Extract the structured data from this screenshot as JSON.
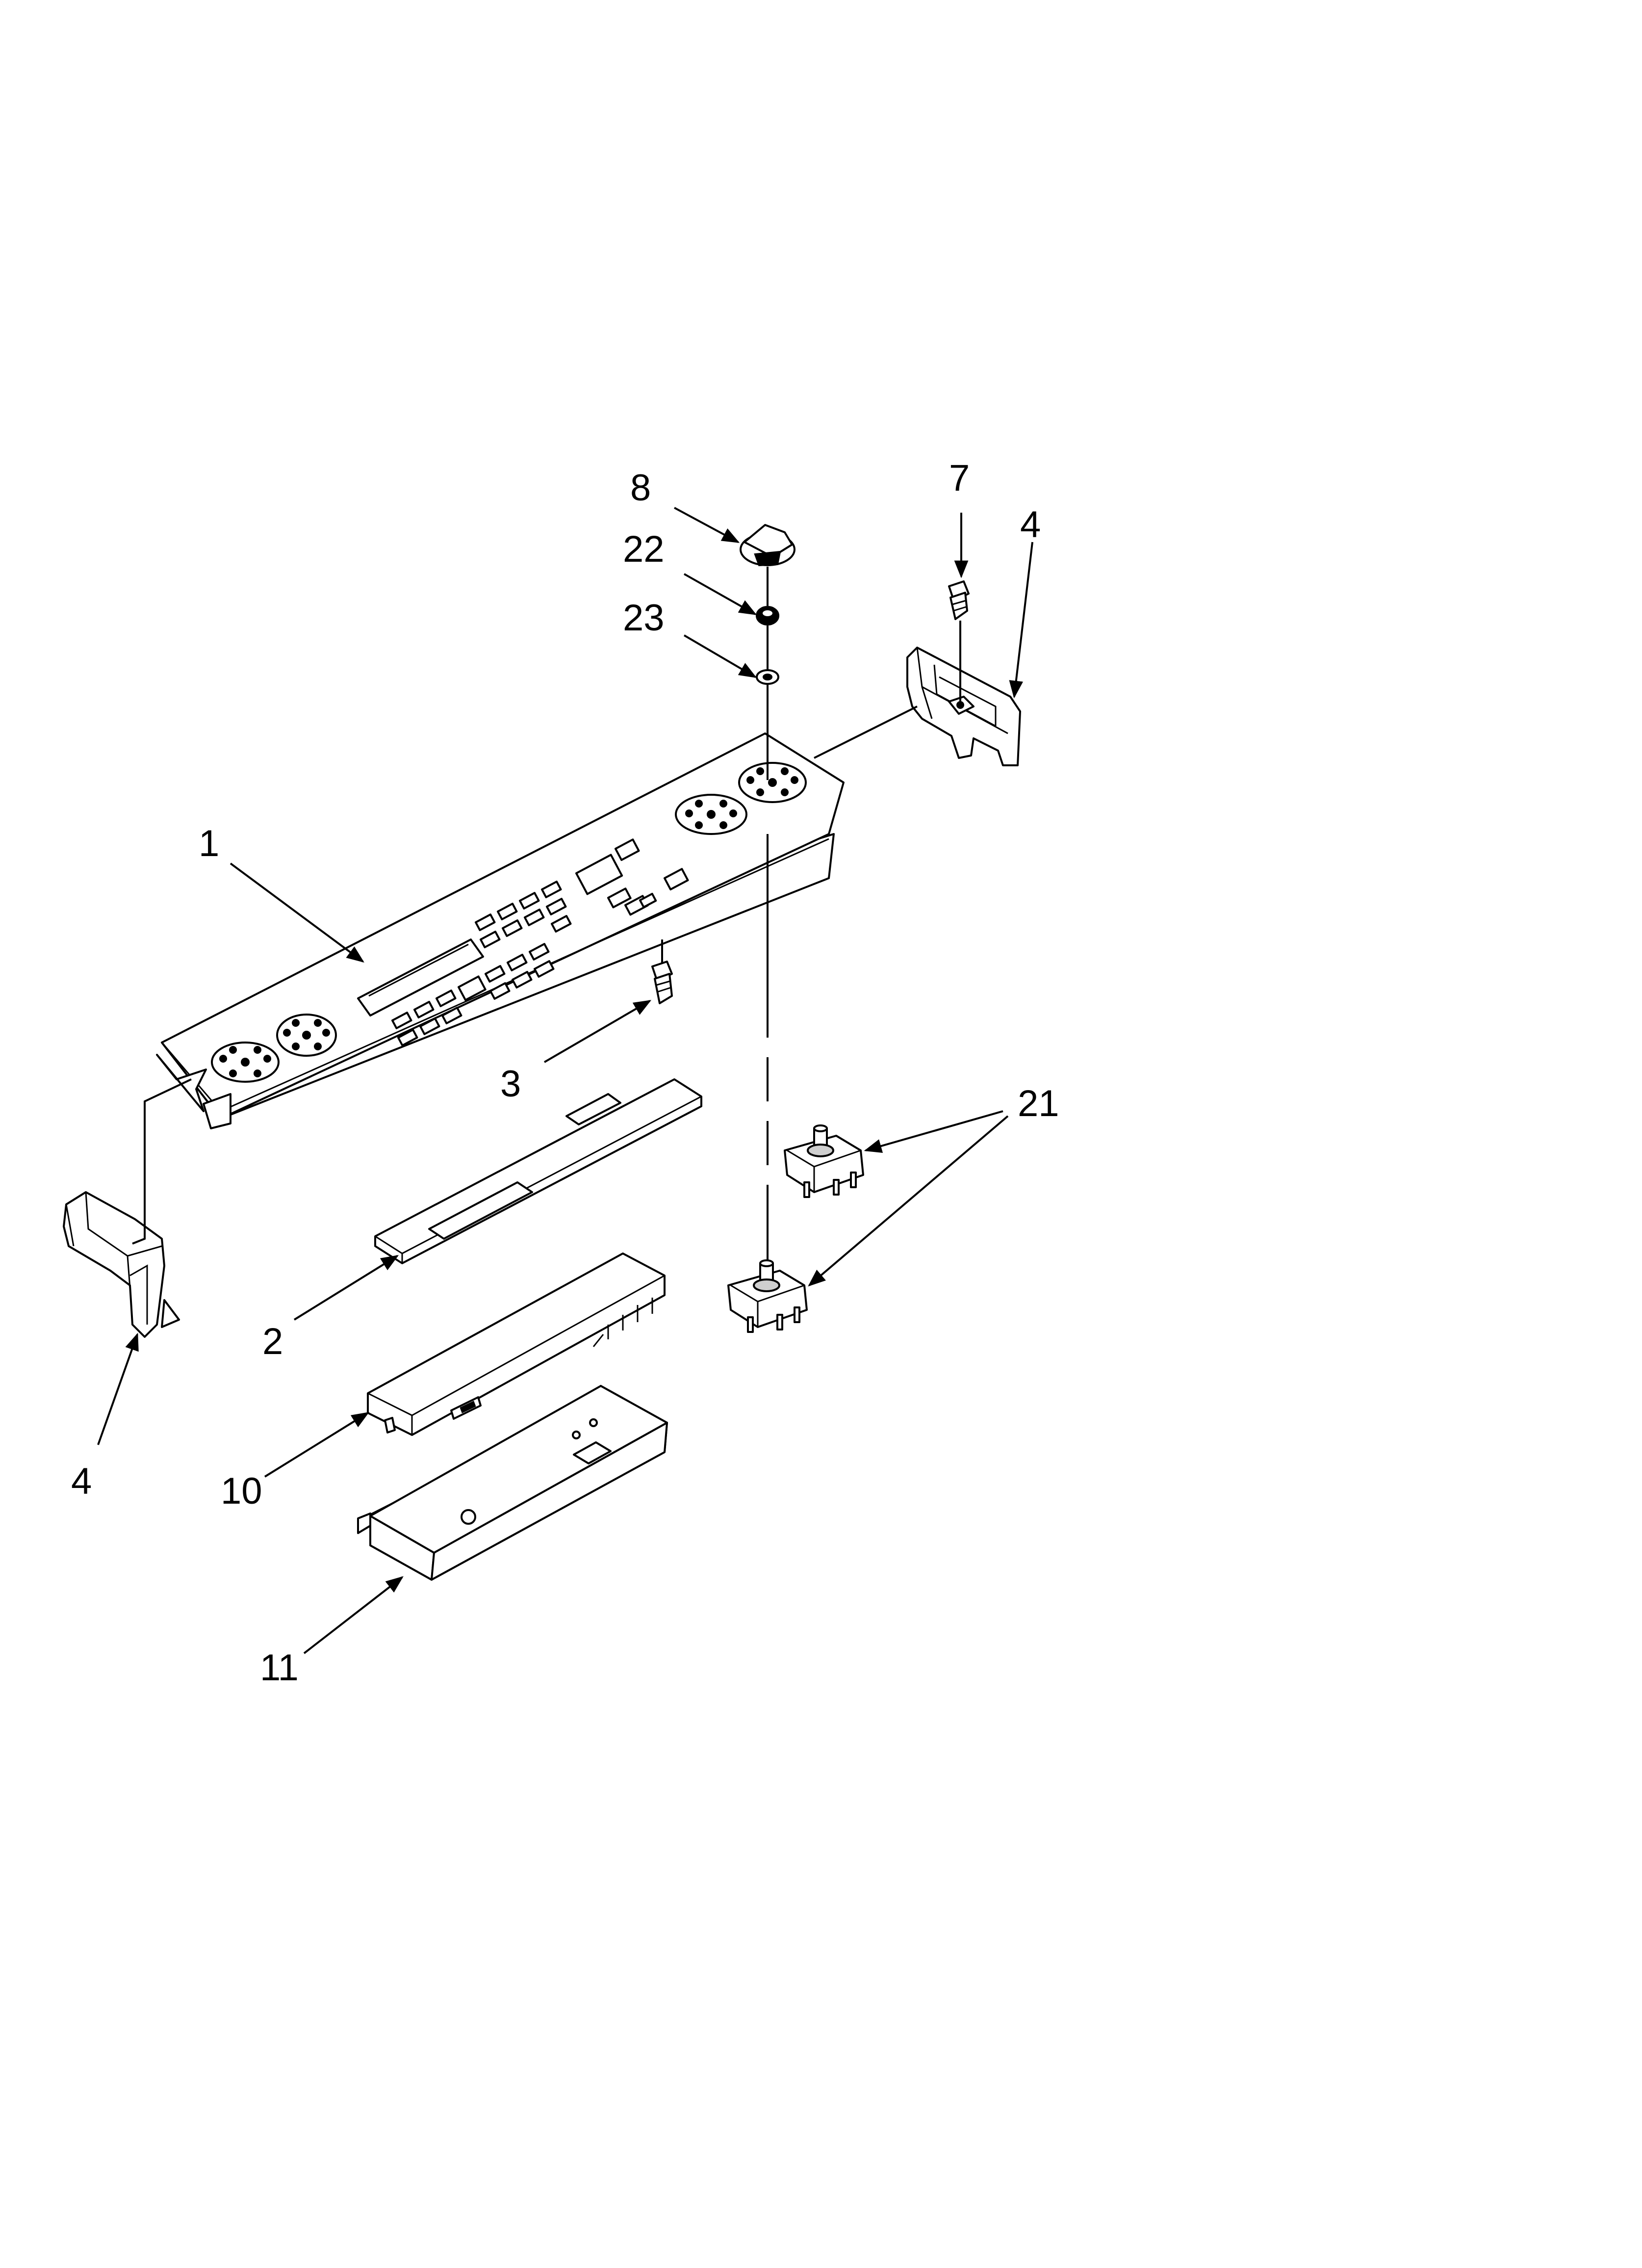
{
  "diagram": {
    "callouts": {
      "c1": "1",
      "c2": "2",
      "c3": "3",
      "c4_left": "4",
      "c4_right": "4",
      "c7": "7",
      "c8": "8",
      "c10": "10",
      "c11": "11",
      "c21": "21",
      "c22": "22",
      "c23": "23"
    }
  }
}
